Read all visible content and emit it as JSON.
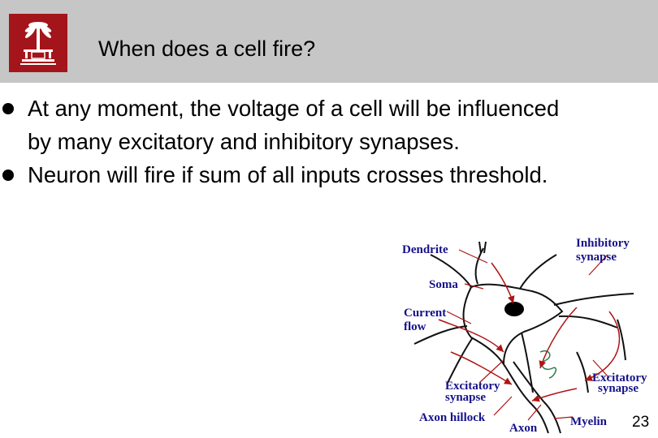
{
  "slide": {
    "title": "When does a cell fire?",
    "bullets": [
      "At any moment, the voltage of a cell will be influenced by many excitatory and inhibitory synapses.",
      "Neuron will fire if sum of all inputs crosses threshold."
    ],
    "page_number": "23",
    "colors": {
      "header_bg": "#c6c6c6",
      "logo_bg": "#a3151a",
      "label_color": "#16128a",
      "arrow_color": "#b01414"
    }
  },
  "diagram": {
    "labels": {
      "dendrite": "Dendrite",
      "inhibitory_synapse_1": "Inhibitory",
      "inhibitory_synapse_2": "synapse",
      "soma": "Soma",
      "current_flow_1": "Current",
      "current_flow_2": "flow",
      "excitatory_synapse_left_1": "Excitatory",
      "excitatory_synapse_left_2": "synapse",
      "excitatory_synapse_right_1": "Excitatory",
      "excitatory_synapse_right_2": "synapse",
      "axon_hillock": "Axon hillock",
      "axon": "Axon",
      "myelin": "Myelin"
    }
  }
}
